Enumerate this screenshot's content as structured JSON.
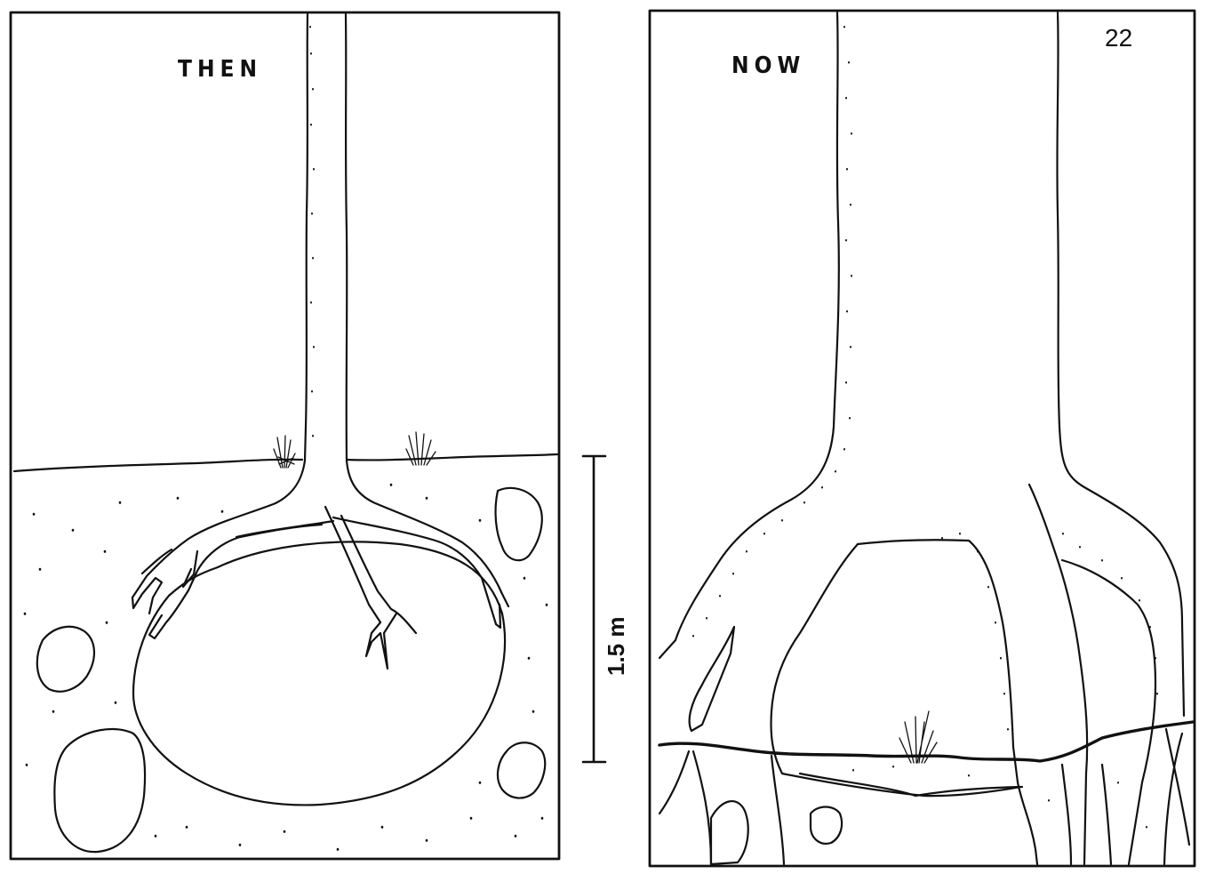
{
  "figure": {
    "page_number": "22",
    "panels": [
      {
        "label": "THEN"
      },
      {
        "label": "NOW"
      }
    ],
    "scale_bar": {
      "label": "1.5 m"
    }
  },
  "colors": {
    "ink": "#111111",
    "paper": "#ffffff"
  }
}
